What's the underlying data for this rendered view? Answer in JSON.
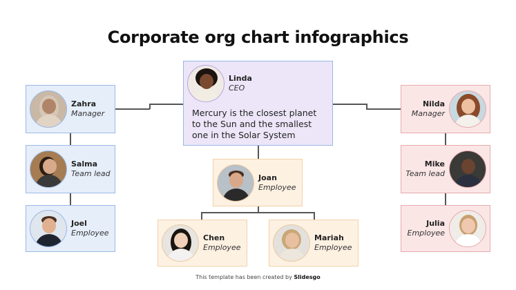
{
  "title": "Corporate org chart infographics",
  "ceo": {
    "name": "Linda",
    "role": "CEO",
    "description_lines": [
      "Mercury is the closest planet",
      "to the Sun and the smallest",
      "one in the Solar System"
    ]
  },
  "left_column": [
    {
      "name": "Zahra",
      "role": "Manager"
    },
    {
      "name": "Salma",
      "role": "Team lead"
    },
    {
      "name": "Joel",
      "role": "Employee"
    }
  ],
  "right_column": [
    {
      "name": "Nilda",
      "role": "Manager"
    },
    {
      "name": "Mike",
      "role": "Team lead"
    },
    {
      "name": "Julia",
      "role": "Employee"
    }
  ],
  "center_branch": {
    "lead": {
      "name": "Joan",
      "role": "Employee"
    },
    "children": [
      {
        "name": "Chen",
        "role": "Employee"
      },
      {
        "name": "Mariah",
        "role": "Employee"
      }
    ]
  },
  "footer": {
    "text": "This template has been created by ",
    "brand": "Slidesgo"
  },
  "colors": {
    "blue_box": "#e6eefa",
    "pink_box": "#fbe6e6",
    "cream_box": "#fdf1e2",
    "purple_box": "#ece6f8",
    "connector": "#555555"
  }
}
